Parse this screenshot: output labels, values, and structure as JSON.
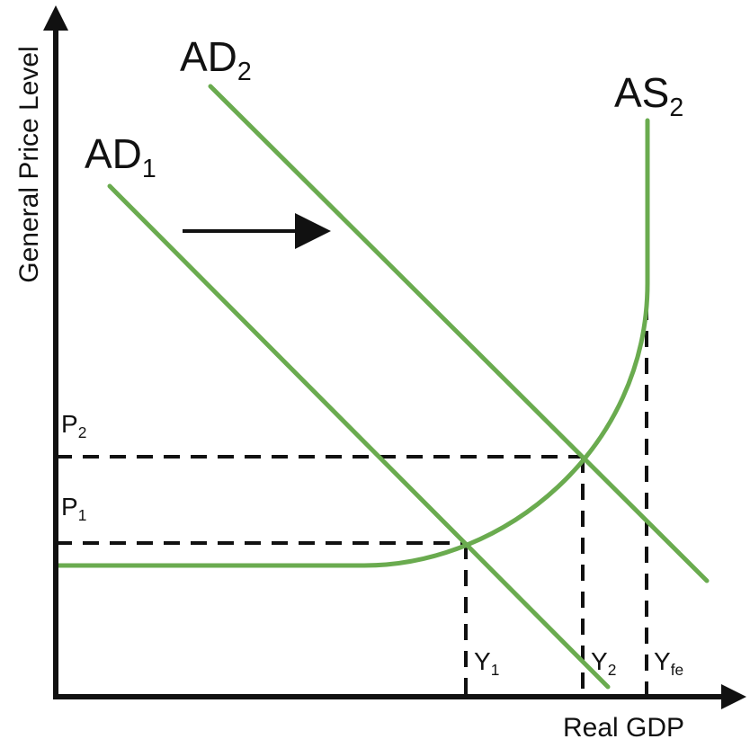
{
  "axes": {
    "y_title": "General Price Level",
    "x_title": "Real GDP"
  },
  "curves": {
    "ad1": {
      "main": "AD",
      "sub": "1"
    },
    "ad2": {
      "main": "AD",
      "sub": "2"
    },
    "as2": {
      "main": "AS",
      "sub": "2"
    }
  },
  "price_levels": {
    "p1": {
      "main": "P",
      "sub": "1"
    },
    "p2": {
      "main": "P",
      "sub": "2"
    }
  },
  "outputs": {
    "y1": {
      "main": "Y",
      "sub": "1"
    },
    "y2": {
      "main": "Y",
      "sub": "2"
    },
    "yfe": {
      "main": "Y",
      "sub": "fe"
    }
  },
  "colors": {
    "curve": "#6aab4f",
    "axis": "#111111",
    "guide": "#111111"
  }
}
